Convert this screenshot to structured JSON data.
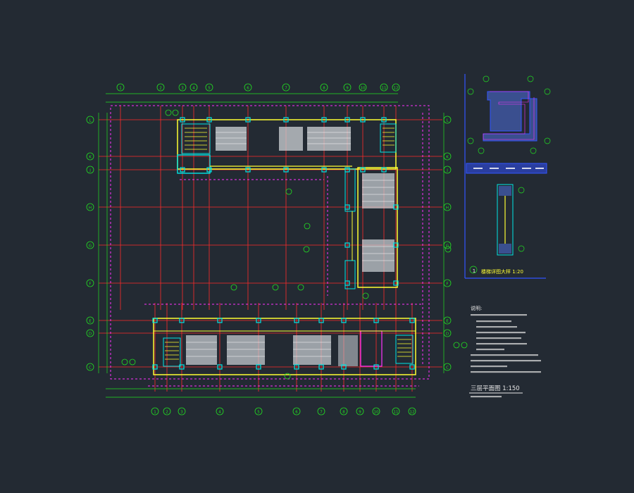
{
  "colors": {
    "background": "#232a33",
    "grid_axis": "#ff2a2a",
    "dimension": "#22e022",
    "wall": "#ffff33",
    "column": "#00e5e5",
    "magenta": "#ff33ff",
    "white": "#e8e8e8",
    "frame_blue": "#3355ff"
  },
  "drawing": {
    "title": "三层平面图 1:150",
    "scale": "1:150"
  },
  "axes": {
    "top": [
      "1",
      "2",
      "3",
      "4",
      "5",
      "6",
      "7",
      "8",
      "9",
      "10",
      "11",
      "12"
    ],
    "bottom": [
      "1",
      "2",
      "3",
      "4",
      "5",
      "6",
      "7",
      "8",
      "9",
      "10",
      "11",
      "12"
    ],
    "left": [
      "L",
      "K",
      "J",
      "H",
      "G",
      "F",
      "E",
      "D",
      "C"
    ],
    "right": [
      "L",
      "K",
      "J",
      "H",
      "G",
      "F",
      "E",
      "D",
      "C"
    ]
  },
  "detail": {
    "marker": "1",
    "caption": "楼梯详图大样 1:20"
  },
  "notes": {
    "heading": "说明:"
  }
}
